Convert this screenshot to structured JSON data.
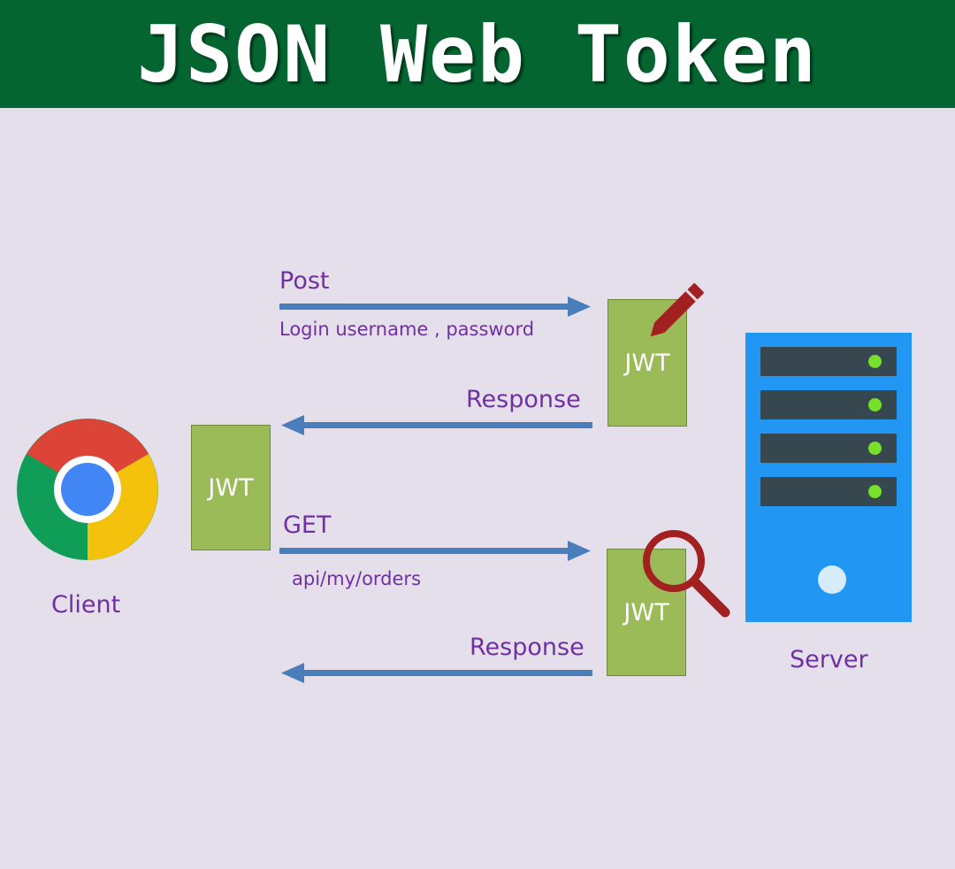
{
  "header": {
    "title": "JSON Web Token"
  },
  "client": {
    "label": "Client"
  },
  "server": {
    "label": "Server"
  },
  "flow": {
    "post": {
      "method": "Post",
      "detail": "Login username , password"
    },
    "response1": {
      "label": "Response"
    },
    "get": {
      "method": "GET",
      "detail": "api/my/orders"
    },
    "response2": {
      "label": "Response"
    }
  },
  "tokens": {
    "server_create": "JWT",
    "client_stored": "JWT",
    "server_verify": "JWT"
  },
  "colors": {
    "header_bg": "#046530",
    "canvas_bg": "#e4dfea",
    "label_purple": "#7030a0",
    "arrow_blue": "#4a7ebb",
    "jwt_green": "#9bbb59",
    "server_blue": "#2196f3",
    "tool_red": "#a32020"
  },
  "icons": [
    "chrome-icon",
    "pencil-icon",
    "magnifier-icon",
    "server-icon"
  ]
}
